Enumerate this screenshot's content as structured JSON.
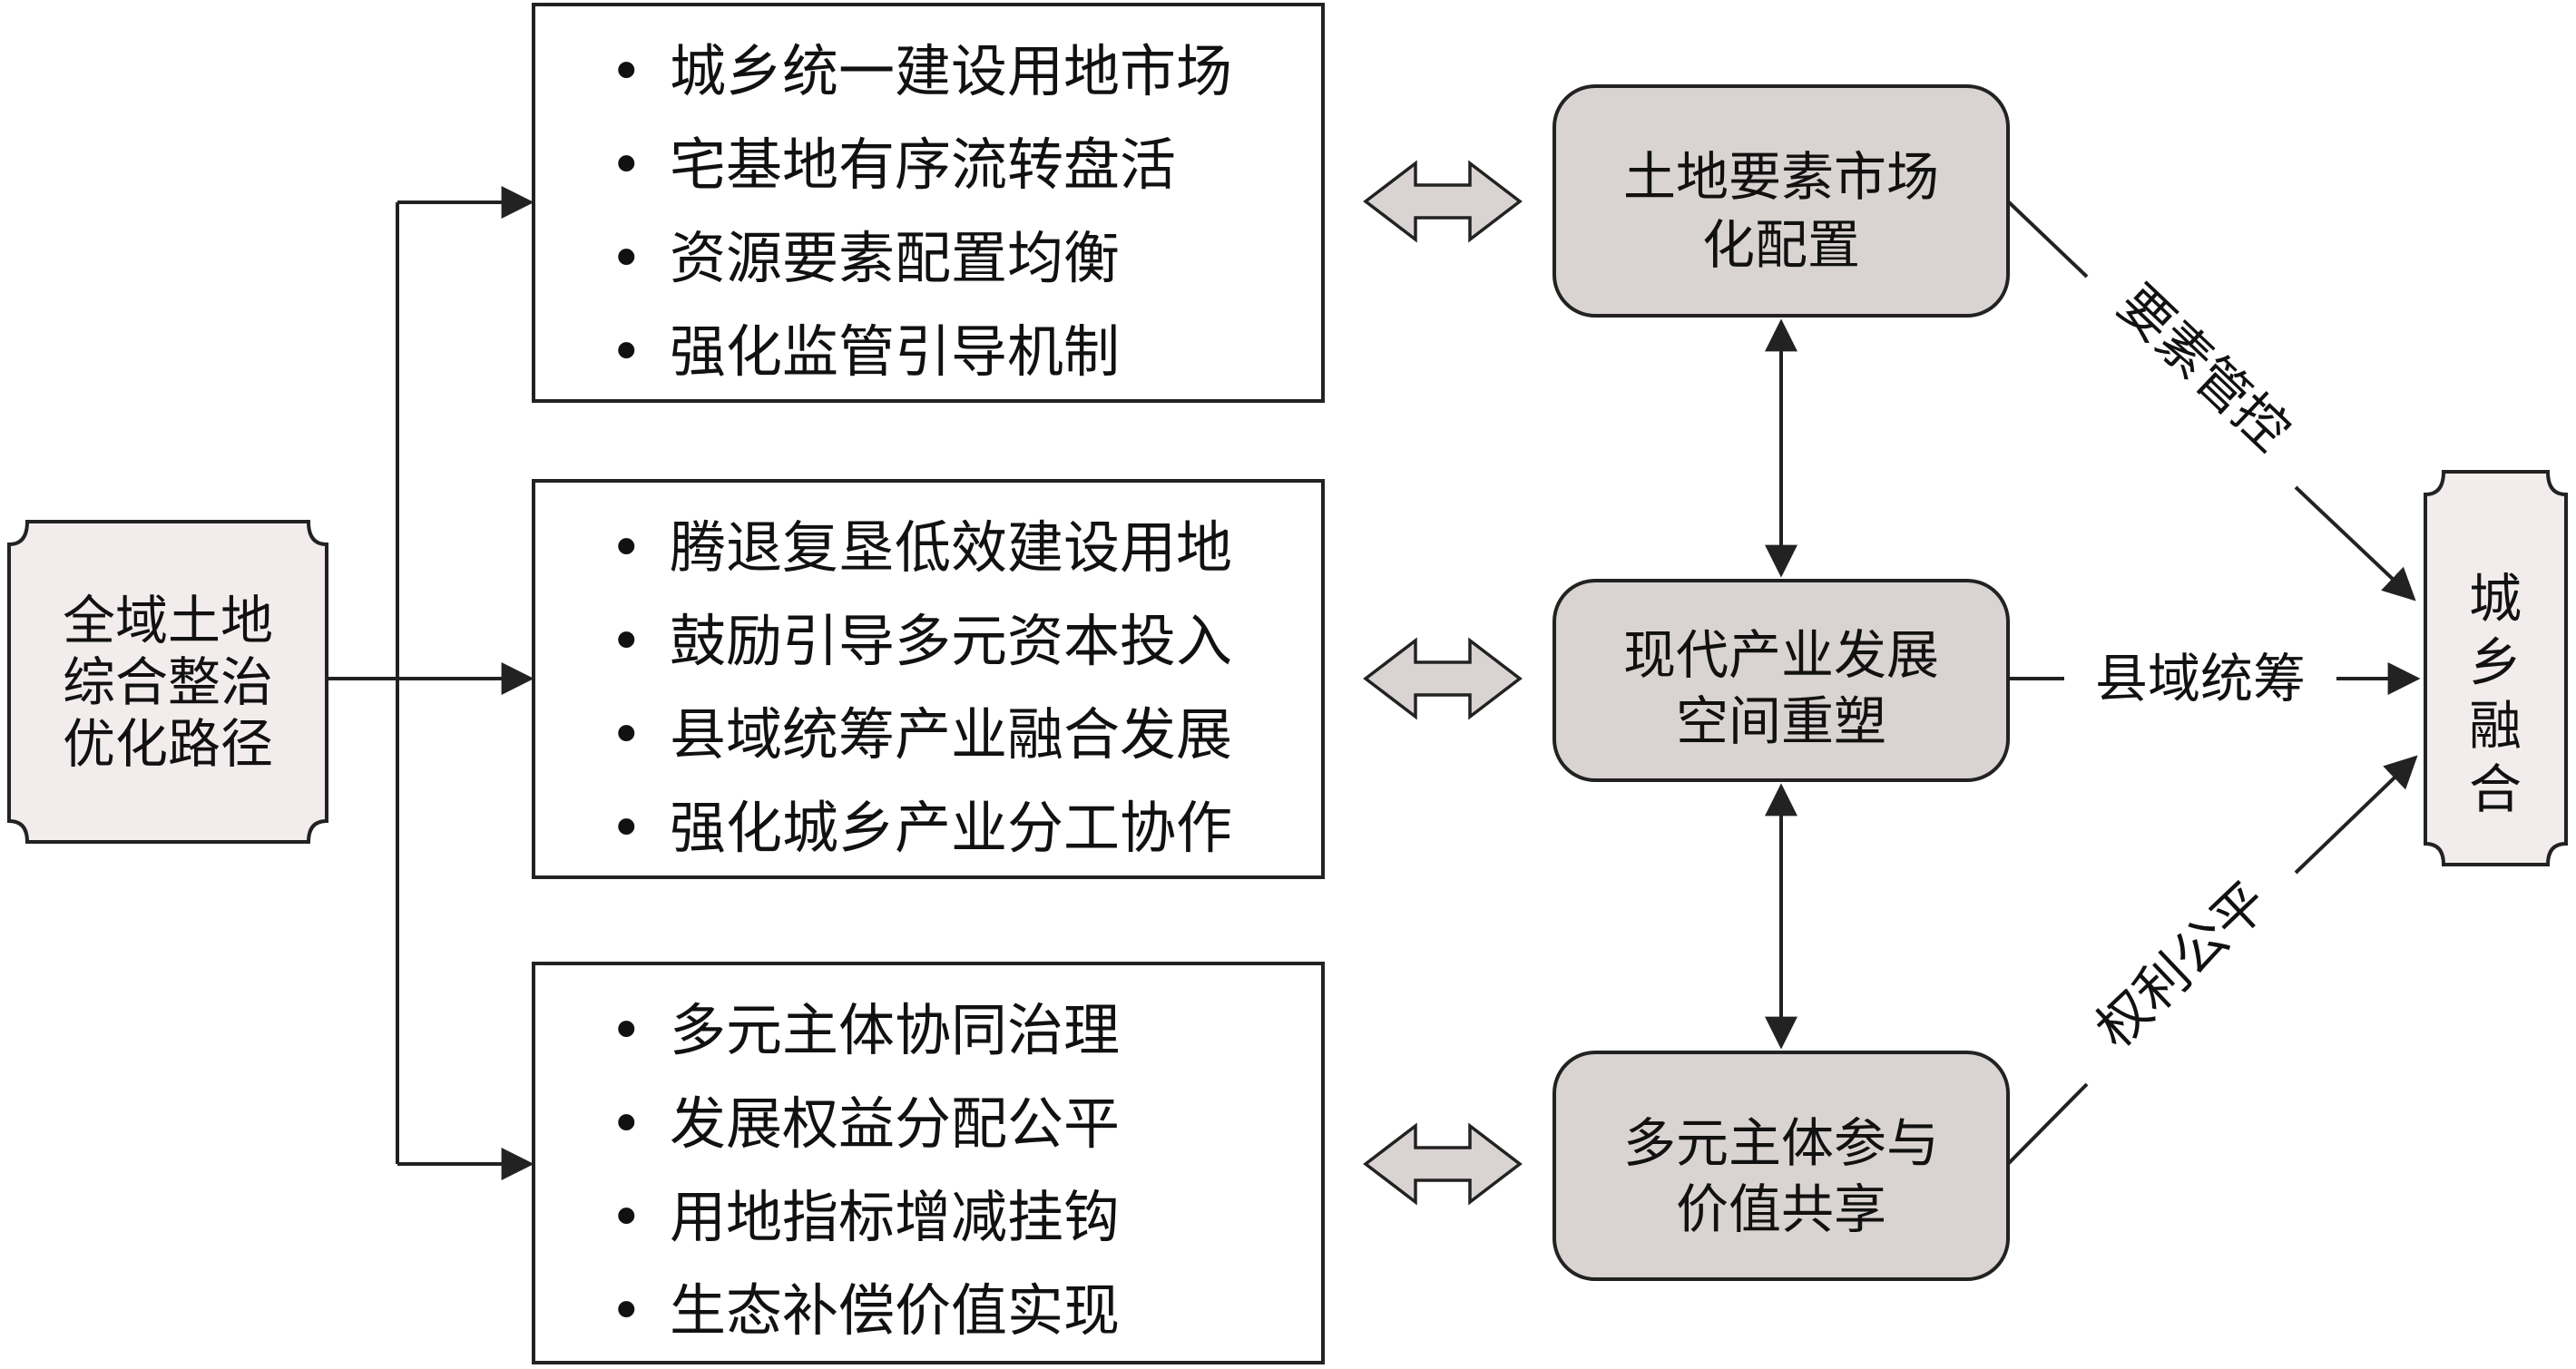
{
  "source_box": {
    "lines": [
      "全域土地",
      "综合整治",
      "优化路径"
    ]
  },
  "lists": [
    {
      "items": [
        "城乡统一建设用地市场",
        "宅基地有序流转盘活",
        "资源要素配置均衡",
        "强化监管引导机制"
      ]
    },
    {
      "items": [
        "腾退复垦低效建设用地",
        "鼓励引导多元资本投入",
        "县域统筹产业融合发展",
        "强化城乡产业分工协作"
      ]
    },
    {
      "items": [
        "多元主体协同治理",
        "发展权益分配公平",
        "用地指标增减挂钩",
        "生态补偿价值实现"
      ]
    }
  ],
  "mechanisms": [
    {
      "lines": [
        "土地要素市场",
        "化配置"
      ]
    },
    {
      "lines": [
        "现代产业发展",
        "空间重塑"
      ]
    },
    {
      "lines": [
        "多元主体参与",
        "价值共享"
      ]
    }
  ],
  "edge_labels": {
    "top": "要素管控",
    "middle": "县域统筹",
    "bottom": "权利公平"
  },
  "target_box": {
    "lines": [
      "城乡",
      "融合"
    ]
  },
  "bullet": "•"
}
